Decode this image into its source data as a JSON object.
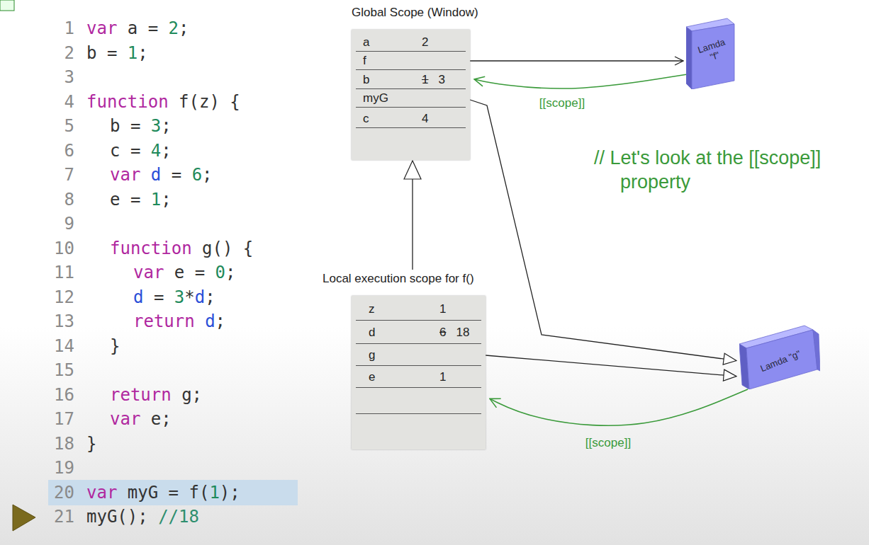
{
  "diagram": {
    "nodes": [
      {
        "text": [
          "Global Scope (Window)"
        ]
      },
      {
        "text": [
          "a",
          "2"
        ],
        "in": 0
      },
      {
        "text": [
          "f"
        ],
        "in": 0
      },
      {
        "text": [
          "b",
          "1",
          "3"
        ],
        "in": 0
      },
      {
        "text": [
          "myG"
        ],
        "in": 0
      },
      {
        "text": [
          "c",
          "4"
        ],
        "in": 0
      },
      {
        "text": [
          "Lamda \"f\""
        ]
      },
      {
        "text": [
          "Local execution scope for f()"
        ]
      },
      {
        "text": [
          "z",
          "1"
        ],
        "in": 7
      },
      {
        "text": [
          "d",
          "6",
          "18"
        ],
        "in": 7
      },
      {
        "text": [
          "g"
        ],
        "in": 7
      },
      {
        "text": [
          "e",
          "1"
        ],
        "in": 7
      },
      {
        "text": [
          "Lamda \"g\""
        ]
      }
    ],
    "edges": [
      {
        "from": 2,
        "to": 6,
        "arrow": "to"
      },
      {
        "from": 6,
        "to": 0,
        "label": "[[scope]]",
        "arrow": "to"
      },
      {
        "from": 4,
        "to": 12,
        "arrow": "to"
      },
      {
        "from": 10,
        "to": 12,
        "arrow": "to"
      },
      {
        "from": 12,
        "to": 7,
        "label": "[[scope]]",
        "arrow": "to"
      },
      {
        "from": 7,
        "to": 0,
        "arrow": "to"
      }
    ],
    "labels": [
      "1",
      "var a = 2;",
      "2",
      "b = 1;",
      "3",
      "4",
      "function f(z) {",
      "5",
      "b = 3;",
      "6",
      "c = 4;",
      "7",
      "var d = 6;",
      "8",
      "e = 1;",
      "9",
      "10",
      "function g() {",
      "11",
      "var e = 0;",
      "12",
      "d = 3*d;",
      "13",
      "return d;",
      "14",
      "}",
      "15",
      "16",
      "return g;",
      "17",
      "var e;",
      "18",
      "}",
      "19",
      "20",
      "var myG = f(1);",
      "21",
      "myG(); //18",
      "// Let's look at the [[scope]] property"
    ]
  }
}
